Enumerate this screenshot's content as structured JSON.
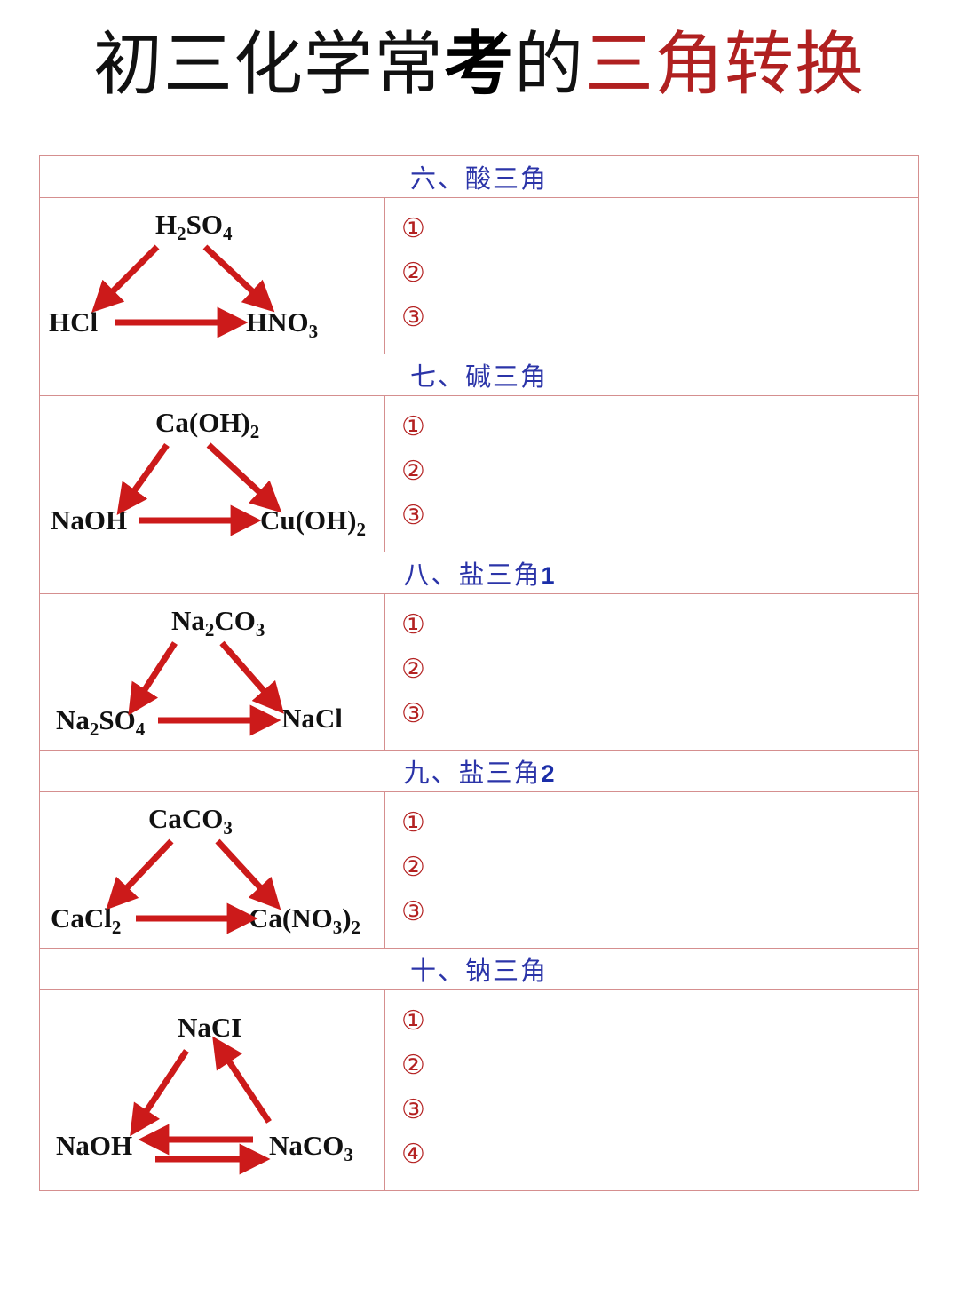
{
  "title": {
    "part1": "初三化学常",
    "part2": "考",
    "part3": "的",
    "part4": "三角转换",
    "accent_black": "#111111",
    "accent_red": "#b02020"
  },
  "colors": {
    "table_border": "#d58f8f",
    "header_text": "#2b34a8",
    "arrow_red": "#cc1a1a",
    "note_number": "#b42222",
    "formula_black": "#111111"
  },
  "sections": [
    {
      "id": "acid-triangle",
      "header_label": "六、酸三角",
      "header_index": "",
      "diagram": {
        "top": {
          "base": "H",
          "sub1": "2",
          "mid": "SO",
          "sub2": "4",
          "full": "H2SO4"
        },
        "bottom_left": {
          "full": "HCl"
        },
        "bottom_right": {
          "full": "HNO3",
          "base": "HNO",
          "sub": "3"
        },
        "arrows": [
          "top-to-bottom-left",
          "top-to-bottom-right",
          "bottom-left-to-bottom-right"
        ]
      },
      "notes": [
        "①",
        "②",
        "③"
      ]
    },
    {
      "id": "base-triangle",
      "header_label": "七、碱三角",
      "header_index": "",
      "diagram": {
        "top": {
          "full": "Ca(OH)2",
          "base": "Ca(OH)",
          "sub": "2"
        },
        "bottom_left": {
          "full": "NaOH"
        },
        "bottom_right": {
          "full": "Cu(OH)2",
          "base": "Cu(OH)",
          "sub": "2"
        },
        "arrows": [
          "top-to-bottom-left",
          "top-to-bottom-right",
          "bottom-left-to-bottom-right"
        ]
      },
      "notes": [
        "①",
        "②",
        "③"
      ]
    },
    {
      "id": "salt-triangle-1",
      "header_label": "八、盐三角",
      "header_index": "1",
      "diagram": {
        "top": {
          "full": "Na2CO3"
        },
        "bottom_left": {
          "full": "Na2SO4"
        },
        "bottom_right": {
          "full": "NaCl"
        },
        "arrows": [
          "top-to-bottom-left",
          "top-to-bottom-right",
          "bottom-left-to-bottom-right"
        ]
      },
      "notes": [
        "①",
        "②",
        "③"
      ]
    },
    {
      "id": "salt-triangle-2",
      "header_label": "九、盐三角",
      "header_index": "2",
      "diagram": {
        "top": {
          "full": "CaCO3"
        },
        "bottom_left": {
          "full": "CaCl2"
        },
        "bottom_right": {
          "full": "Ca(NO3)2"
        },
        "arrows": [
          "top-to-bottom-left",
          "top-to-bottom-right",
          "bottom-left-to-bottom-right"
        ]
      },
      "notes": [
        "①",
        "②",
        "③"
      ]
    },
    {
      "id": "sodium-triangle",
      "header_label": "十、钠三角",
      "header_index": "",
      "diagram": {
        "top": {
          "full": "NaCI"
        },
        "bottom_left": {
          "full": "NaOH"
        },
        "bottom_right": {
          "full": "NaCO3"
        },
        "arrows": [
          "top-to-bottom-left",
          "bottom-right-to-top",
          "bottom-left-right-double"
        ]
      },
      "notes": [
        "①",
        "②",
        "③",
        "④"
      ]
    }
  ]
}
